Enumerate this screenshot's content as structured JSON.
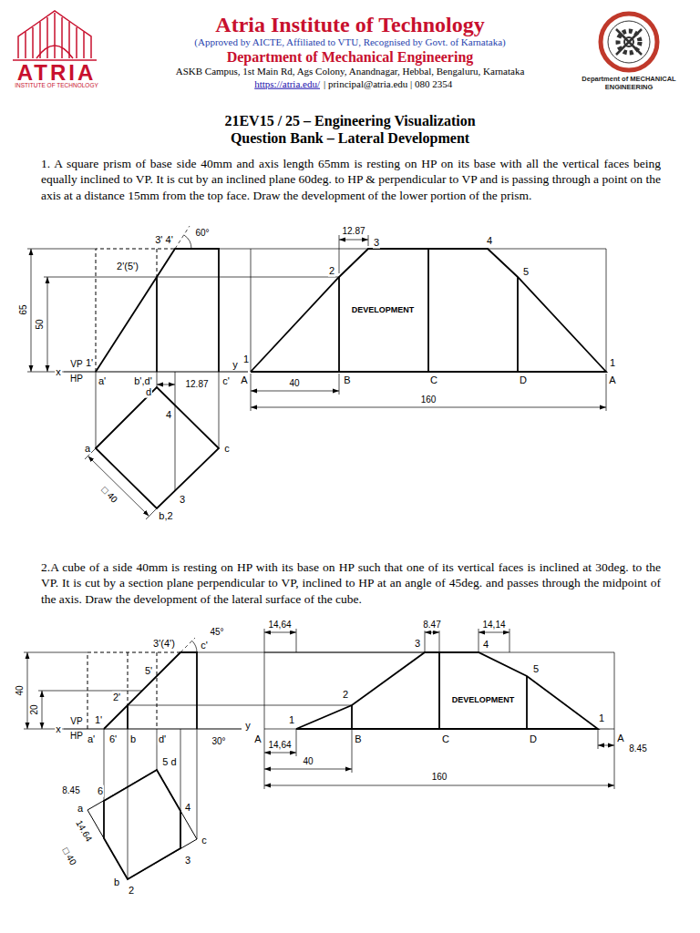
{
  "diagram": {
    "title": "Atria Institute of Technology",
    "labels": [
      "ATRIA",
      "INSTITUTE OF TECHNOLOGY",
      "(Approved by AICTE, Affiliated to VTU, Recognised by Govt. of Karnataka)",
      "Department of Mechanical Engineering",
      "ASKB Campus, 1st Main Rd, Ags Colony, Anandnagar, Hebbal, Bengaluru, Karnataka",
      "https://atria.edu/",
      "| principal@atria.edu | 080 2354",
      "Department of MECHANICAL ENGINEERING",
      "21EV15 / 25 – Engineering Visualization",
      "Question Bank – Lateral Development",
      "1. A square prism of base side 40mm and axis length 65mm is resting on HP on its base with all the vertical faces being equally inclined to VP. It is cut by an inclined plane 60deg. to HP & perpendicular to VP and is passing through a point on the axis at a distance 15mm from the top face. Draw the development of the lower portion of the prism.",
      "3' 4'",
      "60°",
      "2'(5')",
      "65",
      "50",
      "1'",
      "x",
      "VP",
      "HP",
      "a'",
      "b',d'",
      "c'",
      "y",
      "d",
      "12.87",
      "4",
      "a",
      "c",
      "b,2",
      "3",
      "□ 40",
      "12.87",
      "3",
      "2",
      "4",
      "5",
      "DEVELOPMENT",
      "1",
      "A",
      "B",
      "C",
      "D",
      "1",
      "A",
      "40",
      "160",
      "2.A cube of a side 40mm is resting on HP with its base on HP such that one of its vertical faces is inclined at 30deg. to the VP. It is cut by a section plane perpendicular to VP, inclined to HP at an angle of 45deg. and passes through the midpoint of the axis. Draw the development of the lateral surface of the cube.",
      "3'(4')",
      "c'",
      "5'",
      "45°",
      "2'",
      "40",
      "20",
      "x",
      "VP",
      "HP",
      "1'",
      "a'",
      "6'",
      "b",
      "d'",
      "30°",
      "y",
      "5 d",
      "6",
      "a",
      "8.45",
      "4",
      "c",
      "14.64",
      "3",
      "□ 40",
      "b",
      "2",
      "14,64",
      "8.47",
      "14,14",
      "3",
      "4",
      "5",
      "2",
      "DEVELOPMENT",
      "A",
      "1",
      "B",
      "C",
      "D",
      "1",
      "A",
      "14,64",
      "40",
      "160",
      "8.45"
    ]
  }
}
